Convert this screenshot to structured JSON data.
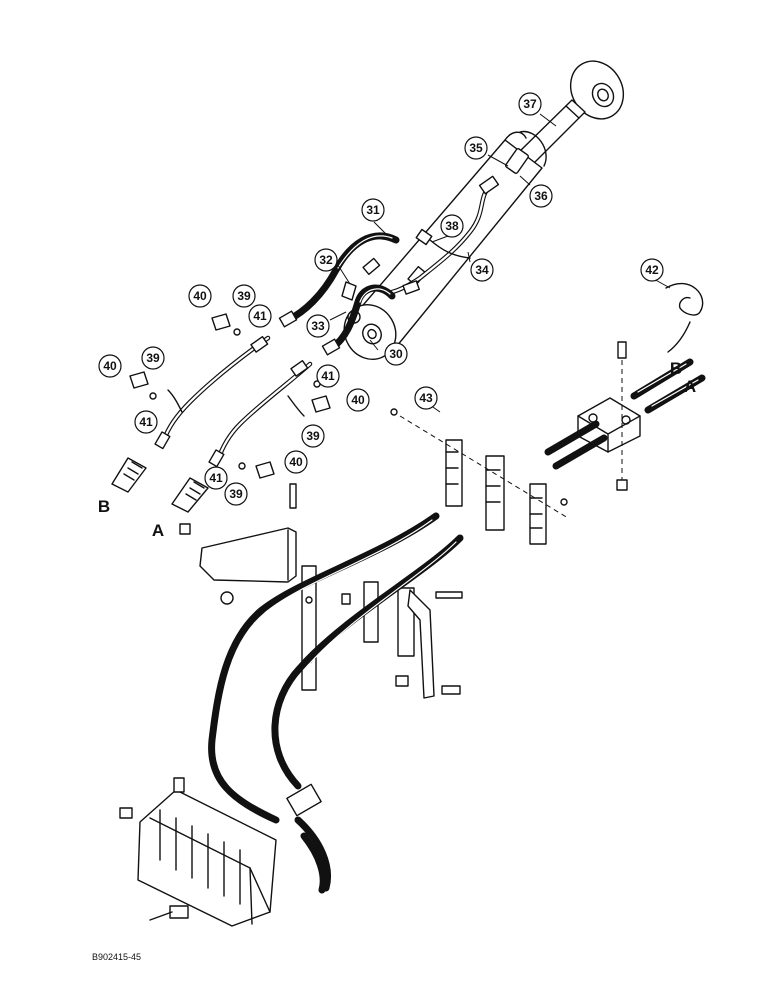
{
  "diagram": {
    "code": "B902415-45",
    "callouts": [
      {
        "id": "c37",
        "label": "37"
      },
      {
        "id": "c35",
        "label": "35"
      },
      {
        "id": "c36",
        "label": "36"
      },
      {
        "id": "c31",
        "label": "31"
      },
      {
        "id": "c38",
        "label": "38"
      },
      {
        "id": "c32",
        "label": "32"
      },
      {
        "id": "c34",
        "label": "34"
      },
      {
        "id": "c42",
        "label": "42"
      },
      {
        "id": "c40a",
        "label": "40"
      },
      {
        "id": "c39a",
        "label": "39"
      },
      {
        "id": "c41a",
        "label": "41"
      },
      {
        "id": "c33",
        "label": "33"
      },
      {
        "id": "c30",
        "label": "30"
      },
      {
        "id": "c40b",
        "label": "40"
      },
      {
        "id": "c39b",
        "label": "39"
      },
      {
        "id": "c41b",
        "label": "41"
      },
      {
        "id": "c41c",
        "label": "41"
      },
      {
        "id": "c40c",
        "label": "40"
      },
      {
        "id": "c39c",
        "label": "39"
      },
      {
        "id": "c43",
        "label": "43"
      },
      {
        "id": "c41d",
        "label": "41"
      },
      {
        "id": "c40d",
        "label": "40"
      },
      {
        "id": "c39d",
        "label": "39"
      }
    ],
    "port_labels": [
      {
        "id": "lB1",
        "text": "B"
      },
      {
        "id": "lA1",
        "text": "A"
      },
      {
        "id": "lB2",
        "text": "B"
      },
      {
        "id": "lA2",
        "text": "A"
      }
    ]
  }
}
